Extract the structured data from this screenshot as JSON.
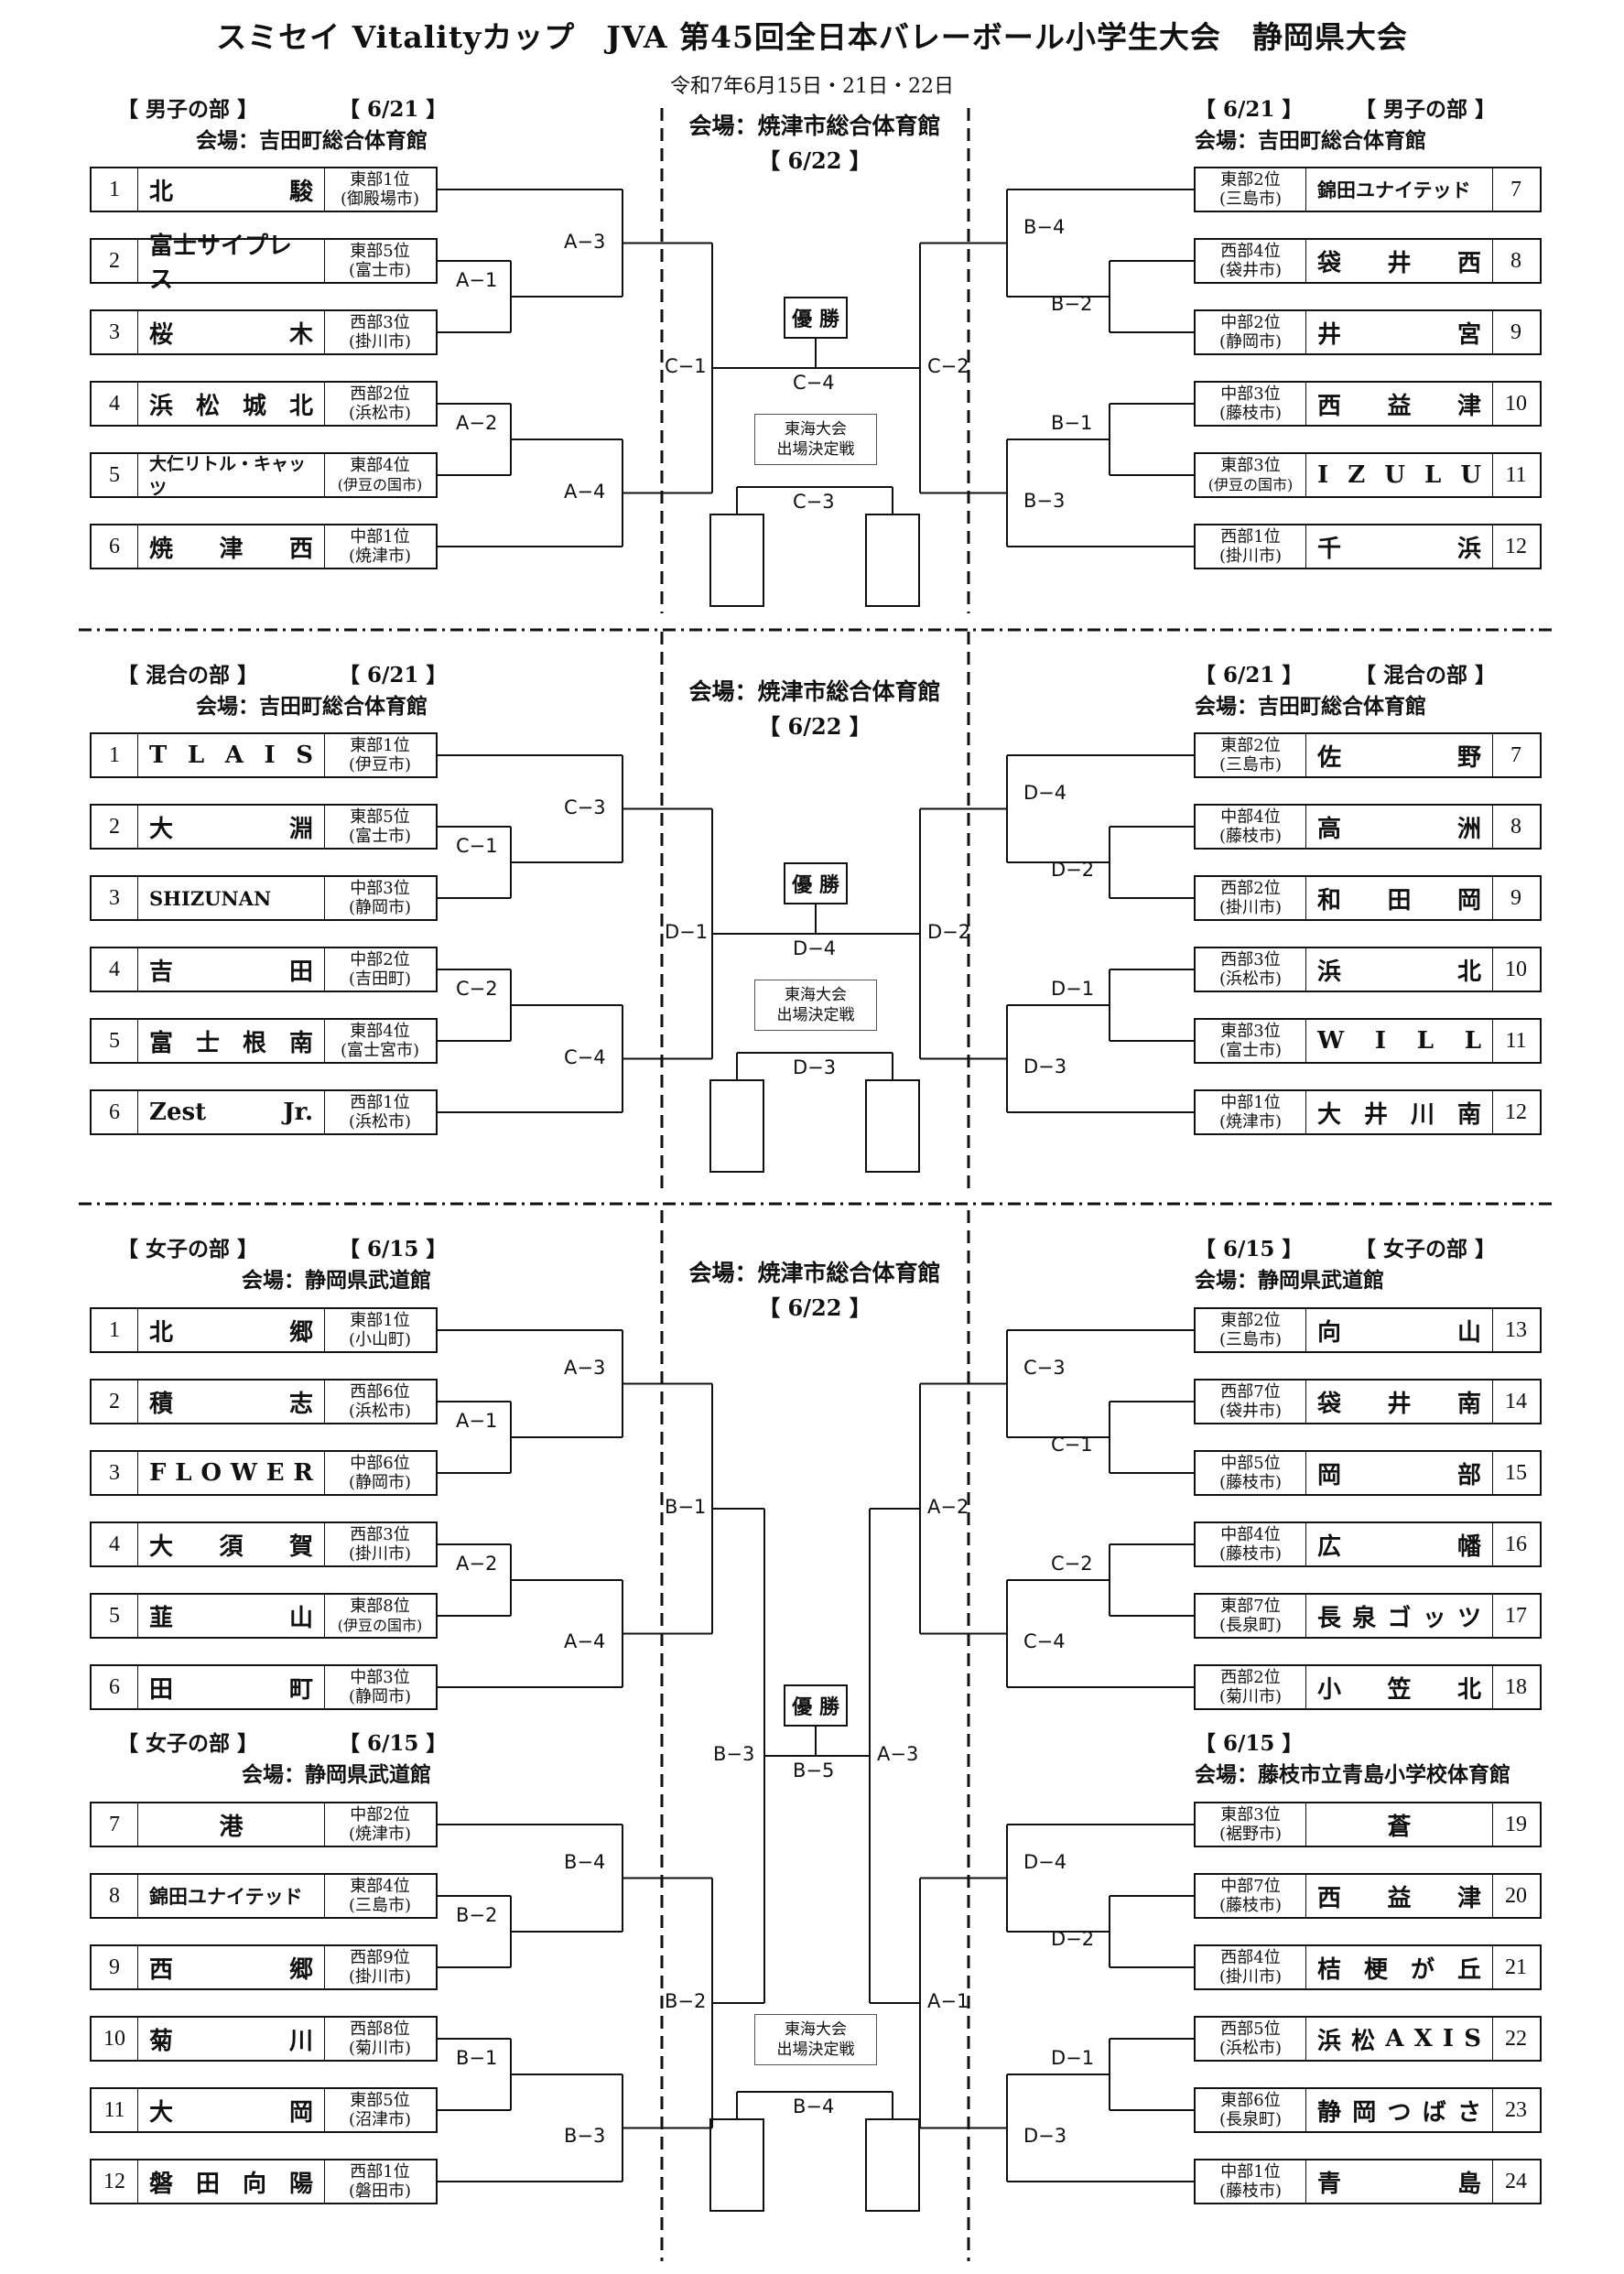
{
  "title": "スミセイ Vitalityカップ　JVA 第45回全日本バレーボール小学生大会　静岡県大会",
  "dates": "令和7年6月15日・21日・22日",
  "champion_label": "優 勝",
  "tokai_label": [
    "東海大会",
    "出場決定戦"
  ],
  "sections": {
    "boys": {
      "left_header": [
        "【 男子の部 】",
        "【 6/21 】"
      ],
      "left_venue": "会場：吉田町総合体育館",
      "right_header": [
        "【 6/21 】",
        "【 男子の部 】"
      ],
      "right_venue": "会場：吉田町総合体育館",
      "center_venue": "会場：焼津市総合体育館",
      "center_date": "【 6/22 】",
      "left_teams": [
        {
          "num": "1",
          "name": "北　　駿",
          "rank": [
            "東部1位",
            "(御殿場市)"
          ]
        },
        {
          "num": "2",
          "name": "富士サイプレス",
          "rank": [
            "東部5位",
            "(富士市)"
          ]
        },
        {
          "num": "3",
          "name": "桜　　木",
          "rank": [
            "西部3位",
            "(掛川市)"
          ]
        },
        {
          "num": "4",
          "name": "浜 松 城 北",
          "rank": [
            "西部2位",
            "(浜松市)"
          ]
        },
        {
          "num": "5",
          "name": "大仁リトル・キャッツ",
          "rank": [
            "東部4位",
            "(伊豆の国市)"
          ]
        },
        {
          "num": "6",
          "name": "焼 津 西",
          "rank": [
            "中部1位",
            "(焼津市)"
          ]
        }
      ],
      "right_teams": [
        {
          "num": "7",
          "name": "錦田ユナイテッド",
          "rank": [
            "東部2位",
            "(三島市)"
          ]
        },
        {
          "num": "8",
          "name": "袋 井 西",
          "rank": [
            "西部4位",
            "(袋井市)"
          ]
        },
        {
          "num": "9",
          "name": "井　　宮",
          "rank": [
            "中部2位",
            "(静岡市)"
          ]
        },
        {
          "num": "10",
          "name": "西 益 津",
          "rank": [
            "中部3位",
            "(藤枝市)"
          ]
        },
        {
          "num": "11",
          "name": "I Z U L U",
          "rank": [
            "東部3位",
            "(伊豆の国市)"
          ]
        },
        {
          "num": "12",
          "name": "千　　浜",
          "rank": [
            "西部1位",
            "(掛川市)"
          ]
        }
      ],
      "match_labels": {
        "l_first_a": "A−1",
        "l_first_b": "A−2",
        "l_second_a": "A−3",
        "l_second_b": "A−4",
        "r_first_a": "B−2",
        "r_first_b": "B−1",
        "r_second_a": "B−4",
        "r_second_b": "B−3",
        "semi_l": "C−1",
        "semi_r": "C−2",
        "final": "C−4",
        "third": "C−3"
      }
    },
    "mixed": {
      "left_header": [
        "【 混合の部 】",
        "【 6/21 】"
      ],
      "left_venue": "会場：吉田町総合体育館",
      "right_header": [
        "【 6/21 】",
        "【 混合の部 】"
      ],
      "right_venue": "会場：吉田町総合体育館",
      "center_venue": "会場：焼津市総合体育館",
      "center_date": "【 6/22 】",
      "left_teams": [
        {
          "num": "1",
          "name": "T L A I S",
          "rank": [
            "東部1位",
            "(伊豆市)"
          ]
        },
        {
          "num": "2",
          "name": "大　　淵",
          "rank": [
            "東部5位",
            "(富士市)"
          ]
        },
        {
          "num": "3",
          "name": "SHIZUNAN",
          "rank": [
            "中部3位",
            "(静岡市)"
          ]
        },
        {
          "num": "4",
          "name": "吉　　田",
          "rank": [
            "中部2位",
            "(吉田町)"
          ]
        },
        {
          "num": "5",
          "name": "富 士 根 南",
          "rank": [
            "東部4位",
            "(富士宮市)"
          ]
        },
        {
          "num": "6",
          "name": "Zest Jr.",
          "rank": [
            "西部1位",
            "(浜松市)"
          ]
        }
      ],
      "right_teams": [
        {
          "num": "7",
          "name": "佐　　野",
          "rank": [
            "東部2位",
            "(三島市)"
          ]
        },
        {
          "num": "8",
          "name": "高　　洲",
          "rank": [
            "中部4位",
            "(藤枝市)"
          ]
        },
        {
          "num": "9",
          "name": "和 田 岡",
          "rank": [
            "西部2位",
            "(掛川市)"
          ]
        },
        {
          "num": "10",
          "name": "浜　　北",
          "rank": [
            "西部3位",
            "(浜松市)"
          ]
        },
        {
          "num": "11",
          "name": "W I L L",
          "rank": [
            "東部3位",
            "(富士市)"
          ]
        },
        {
          "num": "12",
          "name": "大 井 川 南",
          "rank": [
            "中部1位",
            "(焼津市)"
          ]
        }
      ],
      "match_labels": {
        "l_first_a": "C−1",
        "l_first_b": "C−2",
        "l_second_a": "C−3",
        "l_second_b": "C−4",
        "r_first_a": "D−2",
        "r_first_b": "D−1",
        "r_second_a": "D−4",
        "r_second_b": "D−3",
        "semi_l": "D−1",
        "semi_r": "D−2",
        "final": "D−4",
        "third": "D−3"
      }
    },
    "girls": {
      "left_header": [
        "【 女子の部 】",
        "【 6/15 】"
      ],
      "left_venue": "会場：静岡県武道館",
      "right_header": [
        "【 6/15 】",
        "【 女子の部 】"
      ],
      "right_venue": "会場：静岡県武道館",
      "left_header2": [
        "【 女子の部 】",
        "【 6/15 】"
      ],
      "left_venue2": "会場：静岡県武道館",
      "right_header2": [
        "【 6/15 】"
      ],
      "right_venue2": "会場：藤枝市立青島小学校体育館",
      "center_venue": "会場：焼津市総合体育館",
      "center_date": "【 6/22 】",
      "left_teams": [
        {
          "num": "1",
          "name": "北　　郷",
          "rank": [
            "東部1位",
            "(小山町)"
          ]
        },
        {
          "num": "2",
          "name": "積　　志",
          "rank": [
            "西部6位",
            "(浜松市)"
          ]
        },
        {
          "num": "3",
          "name": "F L O W E R",
          "rank": [
            "中部6位",
            "(静岡市)"
          ]
        },
        {
          "num": "4",
          "name": "大 須 賀",
          "rank": [
            "西部3位",
            "(掛川市)"
          ]
        },
        {
          "num": "5",
          "name": "韮　　山",
          "rank": [
            "東部8位",
            "(伊豆の国市)"
          ]
        },
        {
          "num": "6",
          "name": "田　　町",
          "rank": [
            "中部3位",
            "(静岡市)"
          ]
        },
        {
          "num": "7",
          "name": "港",
          "rank": [
            "中部2位",
            "(焼津市)"
          ]
        },
        {
          "num": "8",
          "name": "錦田ユナイテッド",
          "rank": [
            "東部4位",
            "(三島市)"
          ]
        },
        {
          "num": "9",
          "name": "西　　郷",
          "rank": [
            "西部9位",
            "(掛川市)"
          ]
        },
        {
          "num": "10",
          "name": "菊　　川",
          "rank": [
            "西部8位",
            "(菊川市)"
          ]
        },
        {
          "num": "11",
          "name": "大　　岡",
          "rank": [
            "東部5位",
            "(沼津市)"
          ]
        },
        {
          "num": "12",
          "name": "磐 田 向 陽",
          "rank": [
            "西部1位",
            "(磐田市)"
          ]
        }
      ],
      "right_teams": [
        {
          "num": "13",
          "name": "向　　山",
          "rank": [
            "東部2位",
            "(三島市)"
          ]
        },
        {
          "num": "14",
          "name": "袋 井 南",
          "rank": [
            "西部7位",
            "(袋井市)"
          ]
        },
        {
          "num": "15",
          "name": "岡　　部",
          "rank": [
            "中部5位",
            "(藤枝市)"
          ]
        },
        {
          "num": "16",
          "name": "広　　幡",
          "rank": [
            "中部4位",
            "(藤枝市)"
          ]
        },
        {
          "num": "17",
          "name": "長 泉 ゴ ッ ツ",
          "rank": [
            "東部7位",
            "(長泉町)"
          ]
        },
        {
          "num": "18",
          "name": "小 笠 北",
          "rank": [
            "西部2位",
            "(菊川市)"
          ]
        },
        {
          "num": "19",
          "name": "蒼",
          "rank": [
            "東部3位",
            "(裾野市)"
          ]
        },
        {
          "num": "20",
          "name": "西 益 津",
          "rank": [
            "中部7位",
            "(藤枝市)"
          ]
        },
        {
          "num": "21",
          "name": "桔 梗 が 丘",
          "rank": [
            "西部4位",
            "(掛川市)"
          ]
        },
        {
          "num": "22",
          "name": "浜 松 A X I S",
          "rank": [
            "西部5位",
            "(浜松市)"
          ]
        },
        {
          "num": "23",
          "name": "静 岡 つ ば さ",
          "rank": [
            "東部6位",
            "(長泉町)"
          ]
        },
        {
          "num": "24",
          "name": "青　　島",
          "rank": [
            "中部1位",
            "(藤枝市)"
          ]
        }
      ],
      "match_labels": {
        "lt_a": "A−1",
        "lt_b": "A−2",
        "lt_c": "A−3",
        "lt_d": "A−4",
        "lb_a": "B−2",
        "lb_b": "B−1",
        "lb_c": "B−4",
        "lb_d": "B−3",
        "rt_a": "C−1",
        "rt_b": "C−2",
        "rt_c": "C−3",
        "rt_d": "C−4",
        "rb_a": "D−2",
        "rb_b": "D−1",
        "rb_c": "D−4",
        "rb_d": "D−3",
        "l_q1": "B−1",
        "l_q2": "B−2",
        "r_q1": "A−2",
        "r_q2": "A−1",
        "semi_l": "B−3",
        "semi_r": "A−3",
        "final": "B−5",
        "third": "B−4"
      }
    }
  }
}
